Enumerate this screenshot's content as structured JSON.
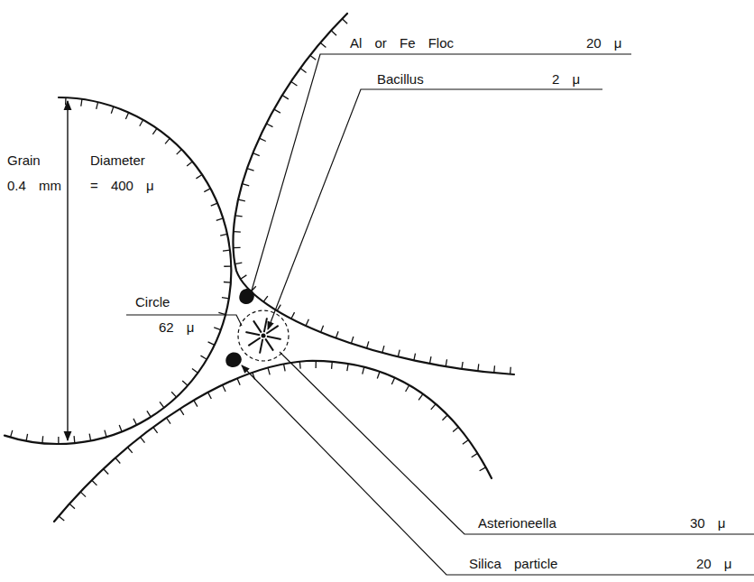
{
  "diagram": {
    "labels": [
      "Grain",
      "Diameter",
      "0.4 mm",
      "= 400 μ",
      "Al or Fe Floc",
      "20 μ",
      "Circle",
      "62 μ",
      "Bacillus",
      "2 μ",
      "Asterioneella",
      "30 μ",
      "Silica particle",
      "20 μ"
    ]
  }
}
